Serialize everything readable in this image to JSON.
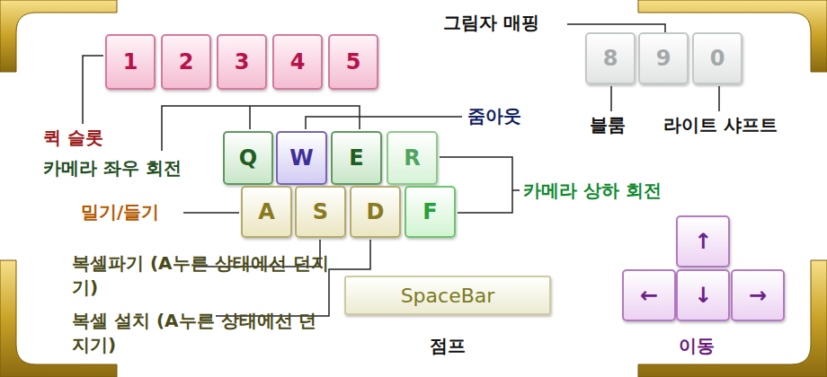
{
  "diagram": {
    "nodes": [
      {
        "text": [
          "1"
        ]
      },
      {
        "text": [
          "2"
        ]
      },
      {
        "text": [
          "3"
        ]
      },
      {
        "text": [
          "4"
        ]
      },
      {
        "text": [
          "5"
        ]
      },
      {
        "text": [
          "8"
        ]
      },
      {
        "text": [
          "9"
        ]
      },
      {
        "text": [
          "0"
        ]
      },
      {
        "text": [
          "Q"
        ]
      },
      {
        "text": [
          "W"
        ]
      },
      {
        "text": [
          "E"
        ]
      },
      {
        "text": [
          "R"
        ]
      },
      {
        "text": [
          "A"
        ]
      },
      {
        "text": [
          "S"
        ]
      },
      {
        "text": [
          "D"
        ]
      },
      {
        "text": [
          "F"
        ]
      },
      {
        "text": [
          "SpaceBar"
        ]
      },
      {
        "text": [
          "↑"
        ]
      },
      {
        "text": [
          "←"
        ]
      },
      {
        "text": [
          "↓"
        ]
      },
      {
        "text": [
          "→"
        ]
      }
    ],
    "labels": [
      "그림자 매핑",
      "블룸",
      "라이트 샤프트",
      "퀵 슬롯",
      "줌아웃",
      "카메라 좌우 회전",
      "카메라 상하 회전",
      "밀기/들기",
      "복셀파기 (A누른 상태에선 던지기)",
      "복셀 설치 (A누른 상태에선 던지기)",
      "점프",
      "이동"
    ]
  }
}
